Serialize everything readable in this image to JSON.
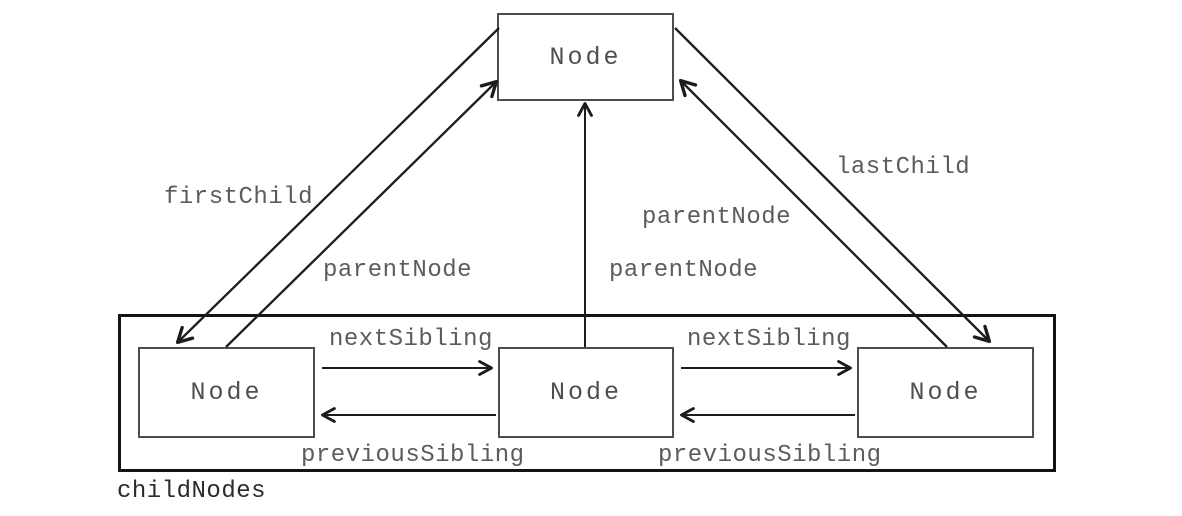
{
  "diagram": {
    "nodes": {
      "parent": "Node",
      "child_left": "Node",
      "child_middle": "Node",
      "child_right": "Node"
    },
    "container_label": "childNodes",
    "edge_labels": {
      "first_child": "firstChild",
      "last_child": "lastChild",
      "parent_node_left": "parentNode",
      "parent_node_middle": "parentNode",
      "parent_node_upper_right": "parentNode",
      "next_sibling_left": "nextSibling",
      "next_sibling_right": "nextSibling",
      "previous_sibling_left": "previousSibling",
      "previous_sibling_right": "previousSibling"
    },
    "colors": {
      "label_text": "#5c5c5c",
      "node_text": "#4f4f4f",
      "box_border": "#4d4d4d",
      "container_border": "#141414",
      "arrow": "#1c1c1c",
      "background": "#ffffff"
    }
  }
}
